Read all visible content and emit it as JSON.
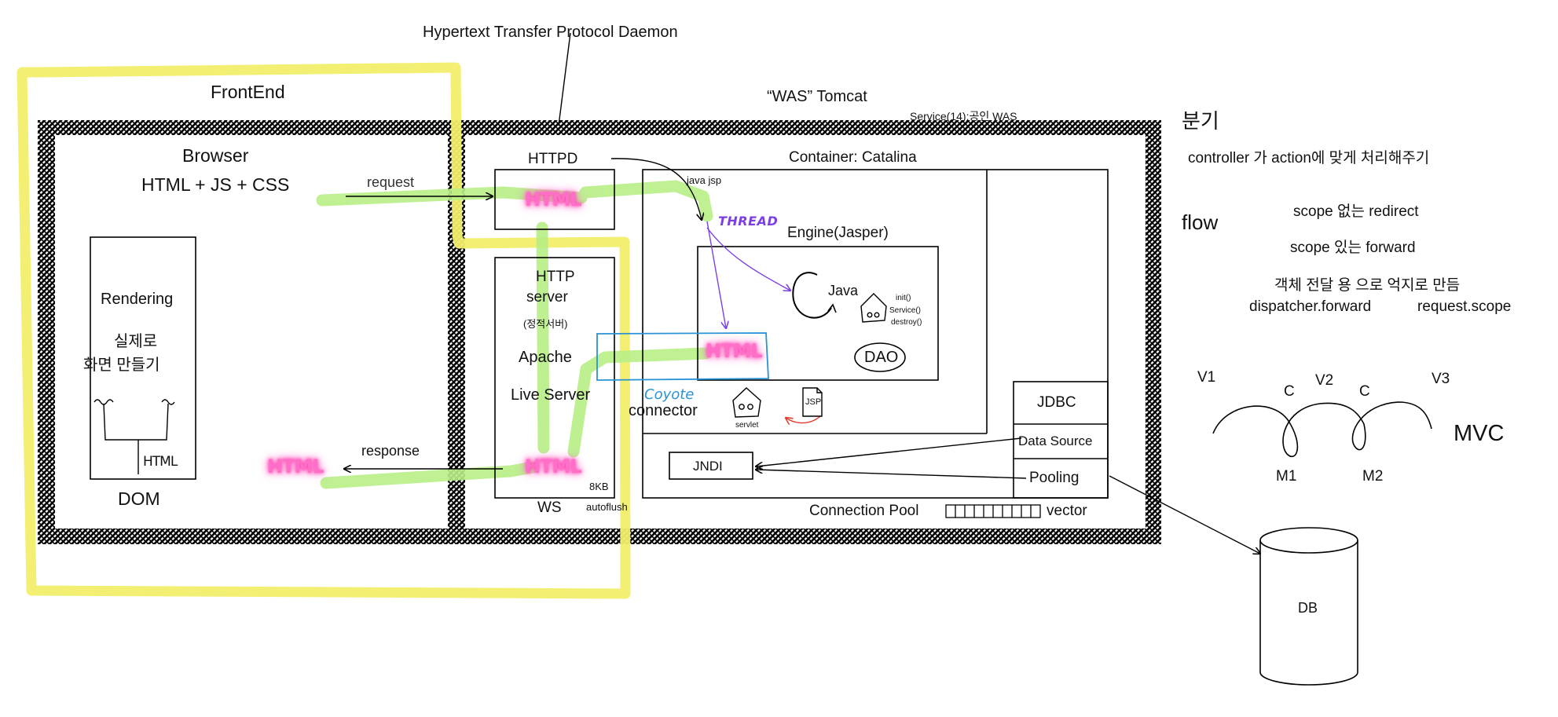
{
  "labels": {
    "httpd_full": "Hypertext Transfer Protocol Daemon",
    "frontend": "FrontEnd",
    "was_title": "“WAS” Tomcat",
    "service_note": "Service(14):공인 WAS",
    "browser": "Browser",
    "html_js_css": "HTML + JS + CSS",
    "request": "request",
    "response": "response",
    "rendering": "Rendering",
    "real_make_1": "실제로",
    "real_make_2": "화면 만들기",
    "html_hand": "HTML",
    "dom": "DOM",
    "httpd": "HTTPD",
    "http_server_1": "HTTP",
    "http_server_2": "server",
    "static_server": "(정적서버)",
    "apache": "Apache",
    "live_server": "Live Server",
    "ws": "WS",
    "kb": "8KB",
    "autoflush": "autoflush",
    "container": "Container: Catalina",
    "java_jsp": "java jsp",
    "thread": "THREAD",
    "engine": "Engine(Jasper)",
    "java": "Java",
    "init": "init()",
    "service": "Service()",
    "destroy": "destroy()",
    "dao": "DAO",
    "coyote": "Coyote",
    "connector": "connector",
    "servlet": "servlet",
    "jsp": "JSP",
    "jdbc": "JDBC",
    "data_source": "Data Source",
    "pooling": "Pooling",
    "jndi": "JNDI",
    "connection_pool": "Connection Pool",
    "vector": "vector",
    "db": "DB",
    "glow_html": "HTML"
  },
  "notes": {
    "branch": "분기",
    "controller": "controller 가 action에 맞게 처리해주기",
    "flow": "flow",
    "redirect": "scope 없는 redirect",
    "forward": "scope 있는 forward",
    "object_pass": "객체 전달 용 으로 억지로 만듬",
    "dispatcher": "dispatcher.forward",
    "request_scope": "request.scope"
  },
  "mvc": {
    "v1": "V1",
    "v2": "V2",
    "v3": "V3",
    "c1": "C",
    "c2": "C",
    "m1": "M1",
    "m2": "M2",
    "title": "MVC"
  },
  "colors": {
    "highlight_yellow": "#f2ee6a",
    "highlight_green": "#b8ee86",
    "glow_pink": "#ff6fc8",
    "thread_purple": "#7b3fe4",
    "coyote_blue": "#2a93d5",
    "arrow_red": "#e23b2e"
  }
}
